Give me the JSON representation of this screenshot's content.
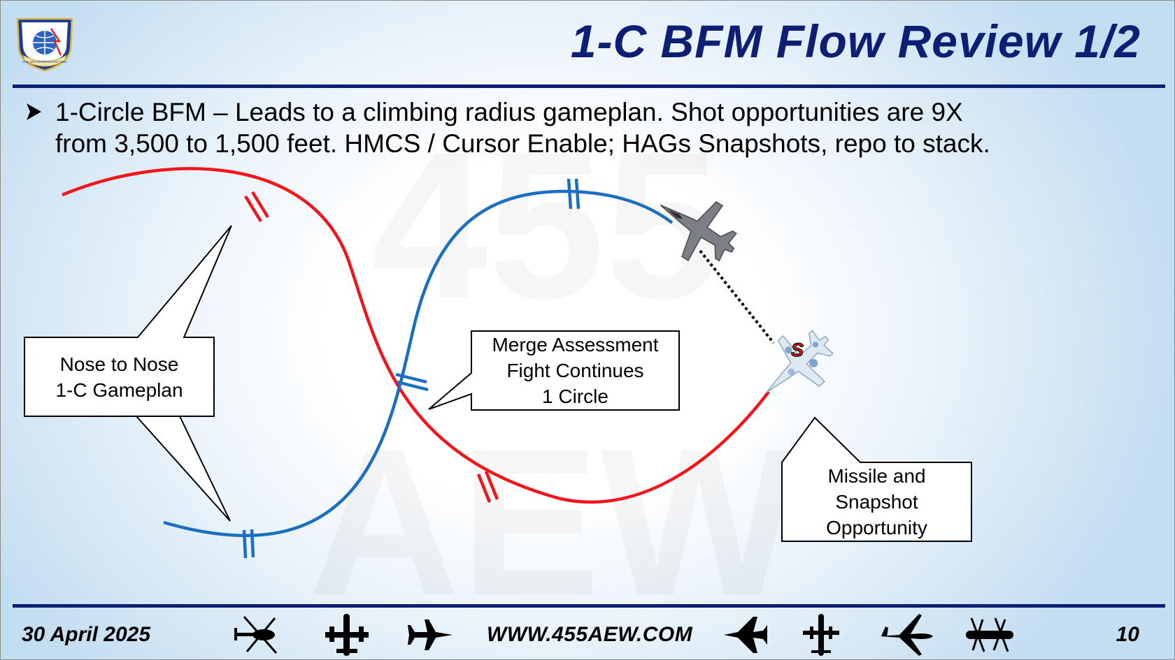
{
  "slide": {
    "title": "1-C BFM Flow Review 1/2",
    "bullet": {
      "line1": "1-Circle BFM – Leads to a climbing radius gameplan.  Shot opportunities are 9X",
      "line2": "from 3,500 to 1,500 feet. HMCS / Cursor Enable; HAGs Snapshots, repo to stack."
    },
    "watermark": {
      "top": "455",
      "bottom": "AEW"
    },
    "logo": {
      "text": "455th AIR EXPEDITIONARY WING"
    }
  },
  "diagram": {
    "colors": {
      "red_track": "#f2161c",
      "blue_track": "#1a6fc0",
      "callout_border": "#000000"
    },
    "callouts": {
      "nose_to_nose": {
        "line1": "Nose to Nose",
        "line2": "1-C Gameplan"
      },
      "merge": {
        "line1": "Merge Assessment",
        "line2": "Fight Continues",
        "line3": "1 Circle"
      },
      "missile": {
        "line1": "Missile and",
        "line2": "Snapshot",
        "line3": "Opportunity"
      }
    },
    "aircraft": {
      "red_fighter": {
        "marker": "S"
      }
    }
  },
  "footer": {
    "date": "30 April 2025",
    "website": "WWW.455AEW.COM",
    "page": "10",
    "icons": [
      "helicopter-icon",
      "transport-plane-icon",
      "fighter-jet-icon",
      "delta-fighter-icon",
      "cargo-plane-icon",
      "airliner-icon",
      "drone-icon"
    ]
  }
}
